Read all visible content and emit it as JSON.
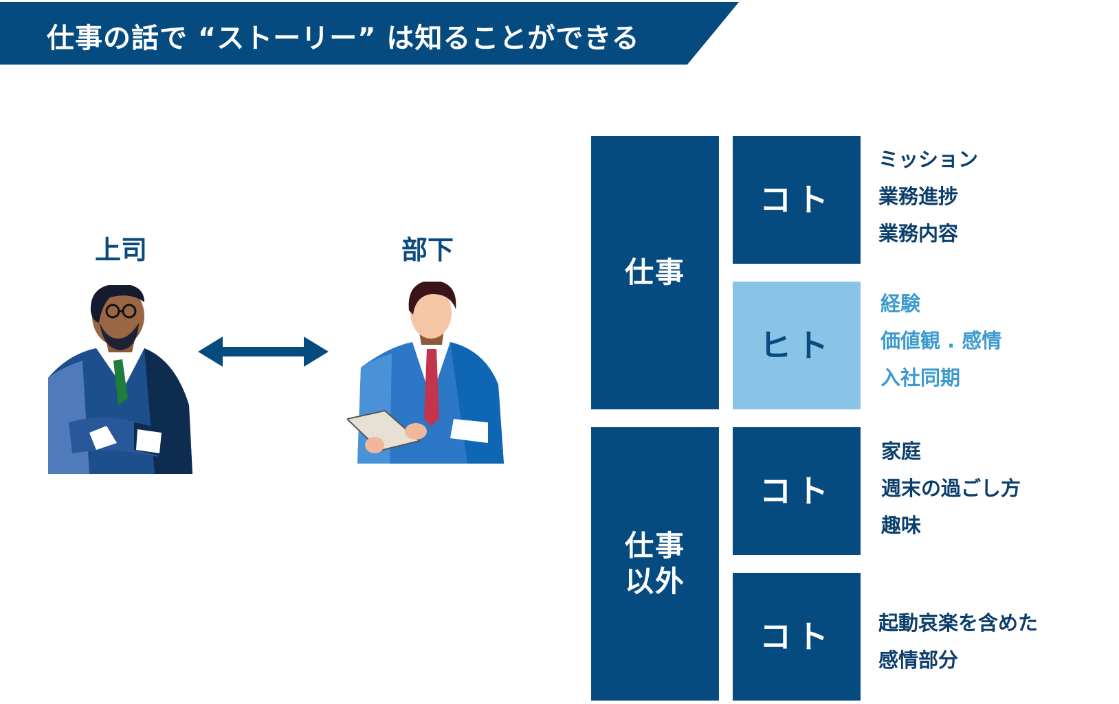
{
  "title": "仕事の話で “ストーリー” は知ることができる",
  "colors": {
    "navy": "#064b7f",
    "light_blue": "#89c4e8",
    "light_text": "#3c9acf"
  },
  "left": {
    "boss_label": "上司",
    "subordinate_label": "部下"
  },
  "groups": [
    {
      "label": "仕事",
      "rows": [
        {
          "tag": "コト",
          "items": [
            "ミッション",
            "業務進捗",
            "業務内容"
          ]
        },
        {
          "tag": "ヒト",
          "items": [
            "経験",
            "価値観 . 感情",
            "入社同期"
          ]
        }
      ]
    },
    {
      "label_line1": "仕事",
      "label_line2": "以外",
      "rows": [
        {
          "tag": "コト",
          "items": [
            "家庭",
            "週末の過ごし方",
            "趣味"
          ]
        },
        {
          "tag": "コト",
          "items": [
            "起動哀楽を含めた",
            "感情部分"
          ]
        }
      ]
    }
  ]
}
